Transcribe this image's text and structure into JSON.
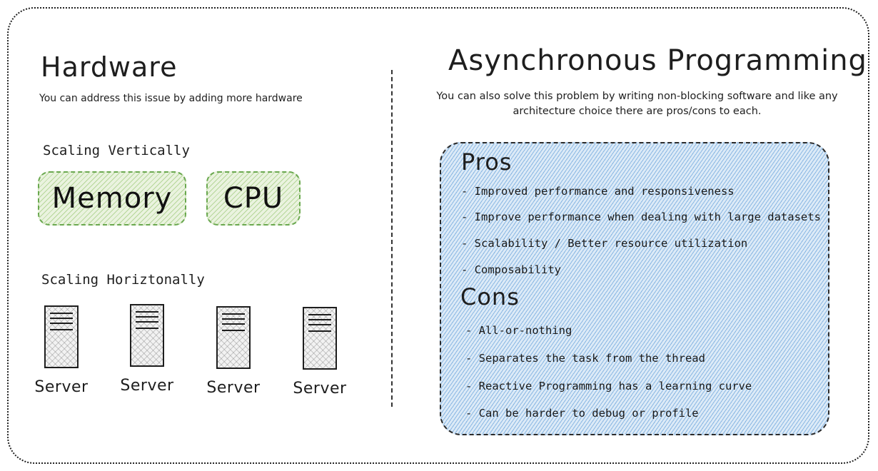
{
  "hardware": {
    "title": "Hardware",
    "subtitle": "You can address this issue by adding more hardware",
    "vertical_label": "Scaling Vertically",
    "vertical_boxes": [
      "Memory",
      "CPU"
    ],
    "horizontal_label": "Scaling Horiztonally",
    "servers": [
      "Server",
      "Server",
      "Server",
      "Server"
    ]
  },
  "async": {
    "title": "Asynchronous Programming",
    "subtitle": "You can also solve this problem by writing non-blocking software and like any architecture choice there are pros/cons to each.",
    "pros_title": "Pros",
    "pros": [
      "- Improved performance and responsiveness",
      "- Improve performance when dealing with large datasets",
      "- Scalability / Better resource utilization",
      "- Composability"
    ],
    "cons_title": "Cons",
    "cons": [
      "- All-or-nothing",
      "- Separates the task from the thread",
      "- Reactive Programming has a learning curve",
      "- Can be harder to debug or profile"
    ]
  },
  "colors": {
    "vertical_fill": "#eaf3df",
    "vertical_stroke": "#6aa84f",
    "async_fill": "#dceaf7",
    "async_hatch": "#468cd2"
  }
}
